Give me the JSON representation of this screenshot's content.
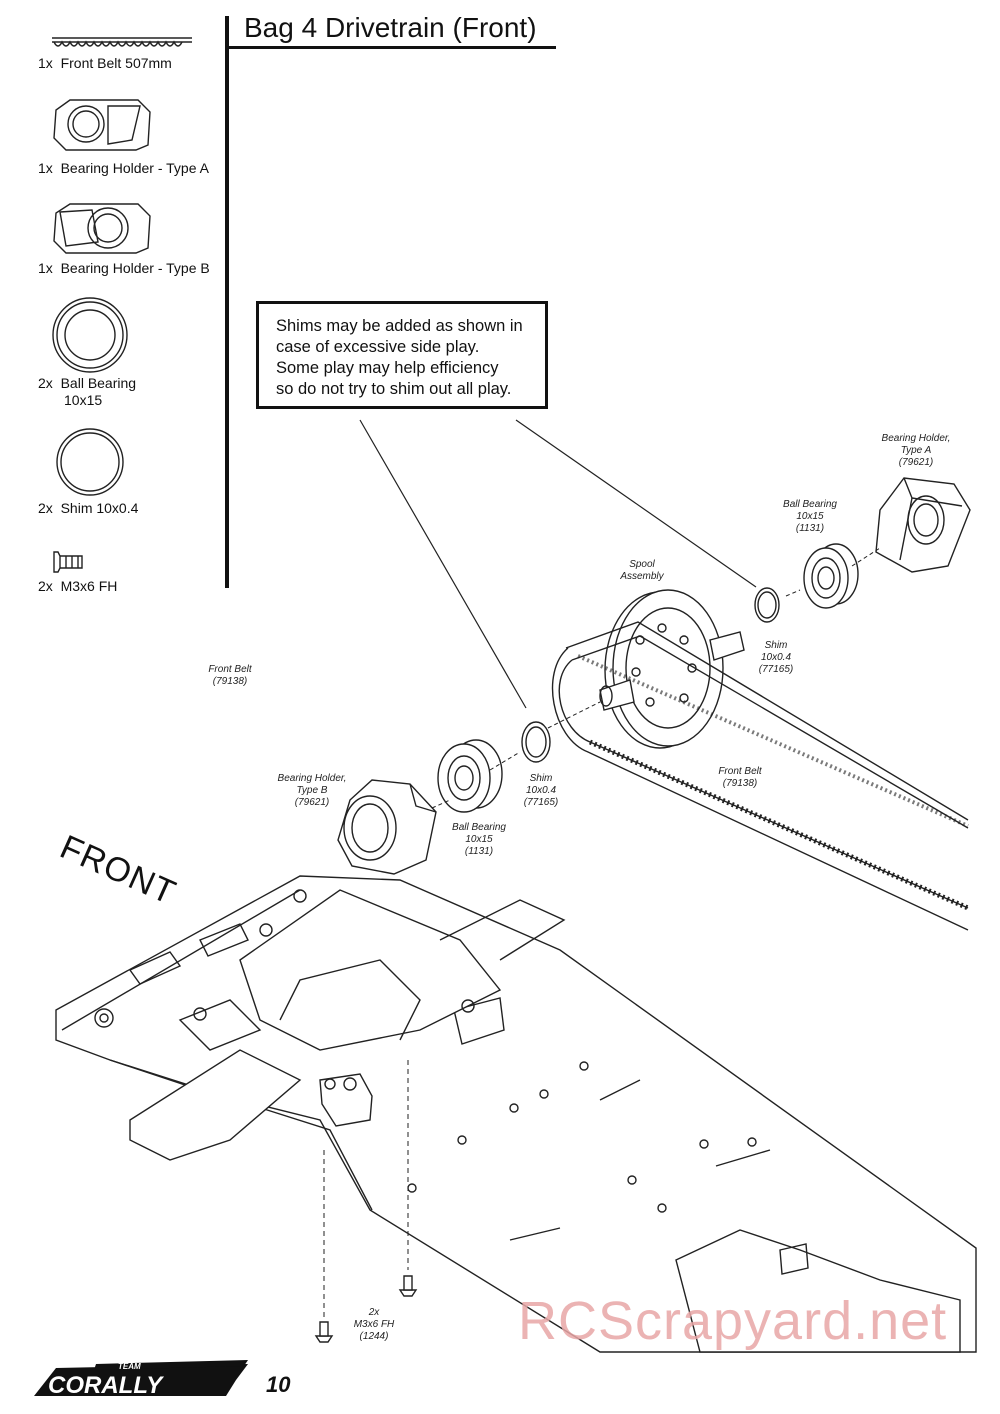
{
  "title": "Bag 4 Drivetrain (Front)",
  "parts_list": [
    {
      "qty": "1x",
      "name": "Front Belt 507mm",
      "icon": "belt-icon"
    },
    {
      "qty": "1x",
      "name": "Bearing Holder - Type A",
      "icon": "bearing-holder-a-icon"
    },
    {
      "qty": "1x",
      "name": "Bearing Holder - Type B",
      "icon": "bearing-holder-b-icon"
    },
    {
      "qty": "2x",
      "name": "Ball Bearing",
      "name2": "10x15",
      "icon": "ball-bearing-icon"
    },
    {
      "qty": "2x",
      "name": "Shim 10x0.4",
      "icon": "shim-icon"
    },
    {
      "qty": "2x",
      "name": "M3x6 FH",
      "icon": "screw-icon"
    }
  ],
  "note": {
    "lines": [
      "Shims may be added as shown in",
      "case of excessive side play.",
      "Some play may help efficiency",
      "so do not try to shim out all play."
    ]
  },
  "callouts": {
    "bearing_holder_a": [
      "Bearing Holder,",
      "Type A",
      "(79621)"
    ],
    "ball_bearing_right": [
      "Ball Bearing",
      "10x15",
      "(1131)"
    ],
    "spool": [
      "Spool",
      "Assembly"
    ],
    "shim_right": [
      "Shim",
      "10x0.4",
      "(77165)"
    ],
    "front_belt_left": [
      "Front Belt",
      "(79138)"
    ],
    "front_belt_right": [
      "Front Belt",
      "(79138)"
    ],
    "bearing_holder_b": [
      "Bearing Holder,",
      "Type B",
      "(79621)"
    ],
    "shim_left": [
      "Shim",
      "10x0.4",
      "(77165)"
    ],
    "ball_bearing_left": [
      "Ball Bearing",
      "10x15",
      "(1131)"
    ],
    "screws": [
      "2x",
      "M3x6 FH",
      "(1244)"
    ]
  },
  "front_label": "FRONT",
  "page_number": "10",
  "brand": "CORALLY",
  "brand_prefix": "TEAM",
  "watermark": "RCScrapyard.net"
}
